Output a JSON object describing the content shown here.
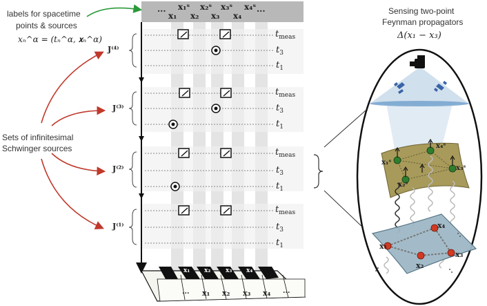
{
  "annotations": {
    "labels_line1": "labels for spacetime",
    "labels_line2": "points & sources",
    "labels_formula": "xₙ^α = (tₙ^α, 𝐱ₙ^α)",
    "sources_line1": "Sets of infinitesimal",
    "sources_line2": "Schwinger sources",
    "sensing_line1": "Sensing two-point",
    "sensing_line2": "Feynman propagators",
    "propagator": "Δ(x₁ − x₃)"
  },
  "header": {
    "dots_left": "...",
    "dots_right": "...",
    "x1": "𝐱₁",
    "x1s": "𝐱₁ˢ",
    "x2": "𝐱₂",
    "x2s": "𝐱₂ˢ",
    "x3": "𝐱₃",
    "x3s": "𝐱₃ˢ",
    "x4": "𝐱₄",
    "x4s": "𝐱₄ˢ"
  },
  "panels": [
    {
      "source": "J⁽⁴⁾",
      "t_meas": "t",
      "t_meas_sub": "meas",
      "t3": "t",
      "t3_sub": "3",
      "t1": "t",
      "t1_sub": "1"
    },
    {
      "source": "J⁽³⁾",
      "t_meas": "t",
      "t_meas_sub": "meas",
      "t3": "t",
      "t3_sub": "3",
      "t1": "t",
      "t1_sub": "1"
    },
    {
      "source": "J⁽²⁾",
      "t_meas": "t",
      "t_meas_sub": "meas",
      "t3": "t",
      "t3_sub": "3",
      "t1": "t",
      "t1_sub": "1"
    },
    {
      "source": "J⁽¹⁾",
      "t_meas": "t",
      "t_meas_sub": "meas",
      "t3": "t",
      "t3_sub": "3",
      "t1": "t",
      "t1_sub": "1"
    }
  ],
  "keyboard": {
    "top_x1": "𝐱₁",
    "top_x2": "𝐱₂",
    "top_x3": "𝐱₃",
    "top_x4": "𝐱₄",
    "bot_dots_left": "...",
    "bot_x1": "𝐱₁",
    "bot_x2": "𝐱₂",
    "bot_x3": "𝐱₃",
    "bot_x4": "𝐱₄",
    "bot_dots_right": "..."
  },
  "lattice": {
    "upper_x1s": "𝐱₁ˢ",
    "upper_x2s": "𝐱₂ˢ",
    "upper_x3s": "𝐱₃ˢ",
    "upper_x4s": "𝐱₄ˢ",
    "lower_x1": "𝐱₁",
    "lower_x2": "𝐱₂",
    "lower_x3": "𝐱₃",
    "lower_x4": "𝐱₄"
  },
  "colors": {
    "arrow_green": "#2a9a3a",
    "arrow_red": "#c0392b",
    "lattice_upper": "#a89a5a",
    "lattice_lower": "#9fb8c6",
    "node_green": "#2f7d2f",
    "node_red": "#d03a22",
    "beam": "#c9dbea"
  }
}
